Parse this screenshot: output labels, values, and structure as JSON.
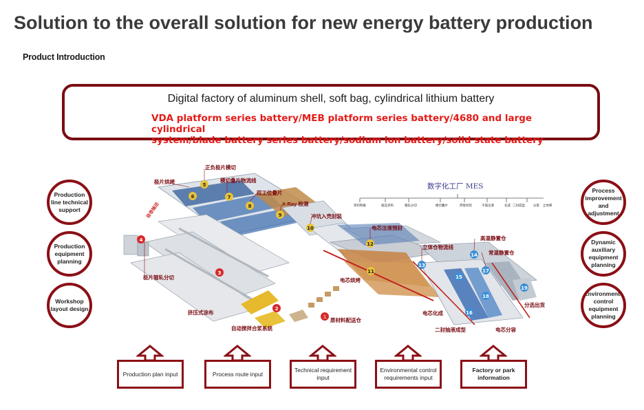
{
  "page_title": "Solution to the overall solution for new energy battery production",
  "section_title": "Product Introduction",
  "intro": {
    "heading": "Digital factory of aluminum shell, soft bag, cylindrical lithium battery",
    "line1": "VDA platform series battery/MEB platform series battery/4680 and large cylindrical",
    "line2": "system/blade battery series battery/sodium ion battery/solid state battery"
  },
  "left_circles": [
    "Production line technical support",
    "Production equipment planning",
    "Workshop layout design"
  ],
  "right_circles": [
    "Process improvement and adjustment",
    "Dynamic auxiliary equipment planning",
    "Environmental control equipment planning"
  ],
  "inputs": [
    "Production plan input",
    "Process route input",
    "Technical requirement input",
    "Environmental control requirements input",
    "Factory or park information"
  ],
  "diagram": {
    "mes_title": "数字化工厂 MES",
    "mes_items": [
      "浆料制备",
      "极压涂布",
      "辊轧分切",
      "模切叠片",
      "焊接封装",
      "干燥注液",
      "化成",
      "二封成型",
      "分容",
      "立体库"
    ],
    "labels": {
      "positive_negative_cut": "正负极片模切",
      "electrode_bake": "极片烘烤",
      "die_cut_stack": "模切叠片物流线",
      "dual_stack": "双工位叠片",
      "xray": "X-Ray 检测",
      "shell_seal": "冲坑入壳封装",
      "inject_seal": "电芯注液预封",
      "rack_line": "立体仓物流线",
      "high_temp_store": "高温静置仓",
      "normal_temp_store": "常温静置仓",
      "electrode_slit": "极片辊轧分切",
      "cell_bake": "电芯烘烤",
      "extrusion_coat": "挤压式涂布",
      "auto_mix": "自动搅拌合浆系统",
      "material_feed": "原材料配送仓",
      "formation": "电芯化成",
      "second_seal": "二封抽液成型",
      "capacity": "电芯分容",
      "sort_out": "分选出货",
      "feed_note": "极卷输送"
    },
    "steps": [
      "1",
      "2",
      "3",
      "4",
      "5",
      "6",
      "7",
      "8",
      "9",
      "10",
      "11",
      "12",
      "13",
      "14",
      "15",
      "16",
      "17",
      "18",
      "19"
    ]
  },
  "colors": {
    "accent": "#8b0f16",
    "red_text": "#e41b17"
  }
}
